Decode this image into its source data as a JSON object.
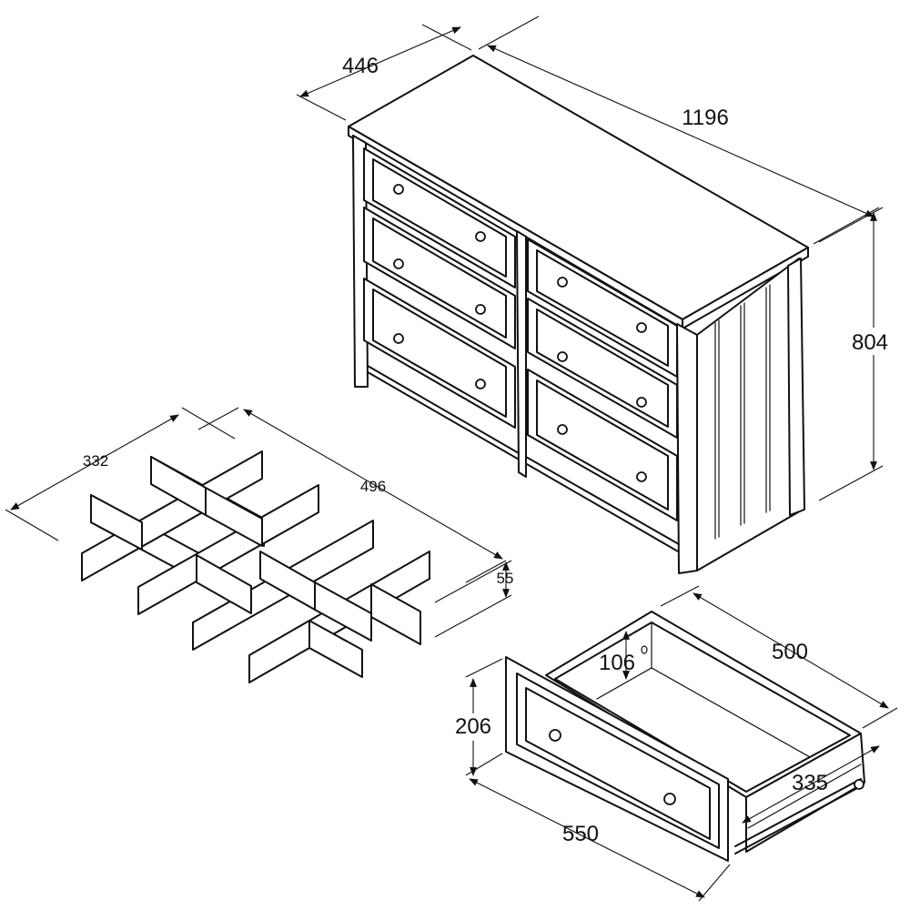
{
  "dresser": {
    "depth": "446",
    "width": "1196",
    "height": "804"
  },
  "divider_grid": {
    "depth": "332",
    "width": "496",
    "height": "55"
  },
  "drawer": {
    "inner_height": "106",
    "depth": "500",
    "front_height": "206",
    "inner_width": "335",
    "front_width": "550"
  }
}
